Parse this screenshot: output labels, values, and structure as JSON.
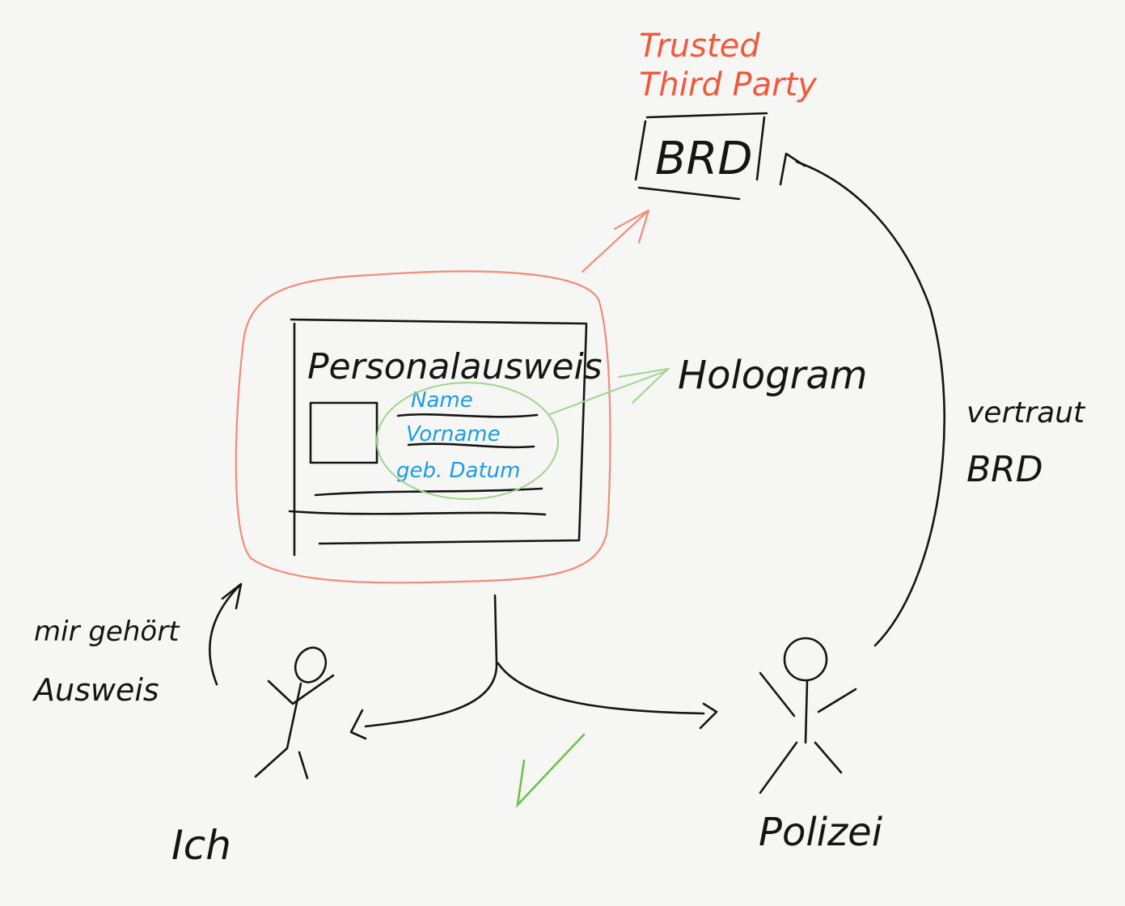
{
  "colors": {
    "ink": "#151515",
    "trusted_label": "#ef5a3c",
    "card_outline": "#f28b78",
    "fields": "#1d9be6",
    "hologram_circle": "#9fd58d",
    "check": "#6cc24a",
    "background": "#f6f6f5"
  },
  "trusted_party": {
    "line1": "Trusted",
    "line2": "Third Party",
    "box_label": "BRD"
  },
  "id_card": {
    "title": "Personalausweis",
    "fields": [
      "Name",
      "Vorname",
      "geb. Datum"
    ]
  },
  "hologram_label": "Hologram",
  "trust_edge": {
    "line1": "vertraut",
    "line2": "BRD"
  },
  "ownership": {
    "line1": "mir gehört",
    "line2": "Ausweis"
  },
  "actors": {
    "me": "Ich",
    "police": "Polizei"
  },
  "icons": [
    "check-icon",
    "stick-figure-icon"
  ]
}
